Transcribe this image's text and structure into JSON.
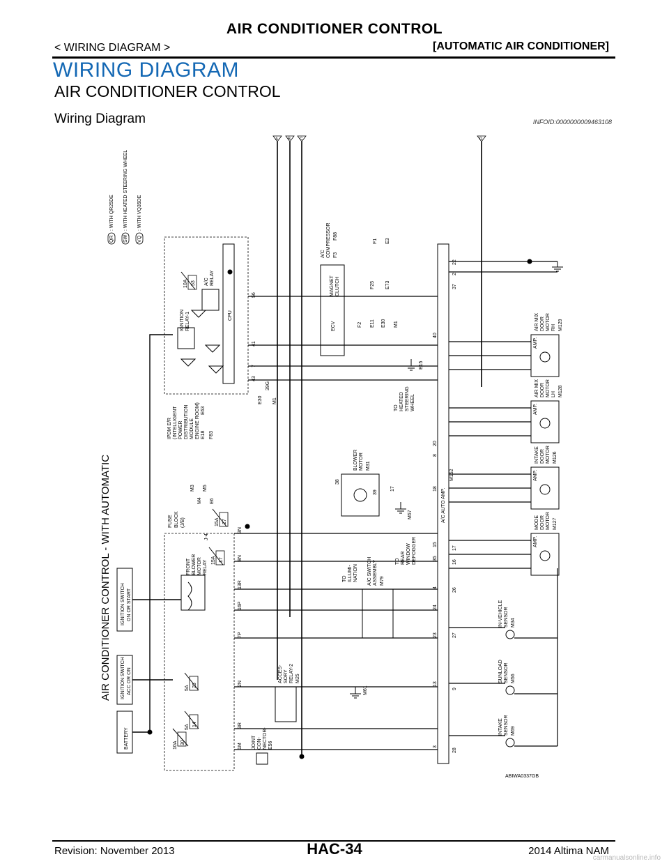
{
  "header": {
    "title": "AIR CONDITIONER CONTROL",
    "left": "< WIRING DIAGRAM >",
    "right": "[AUTOMATIC AIR CONDITIONER]"
  },
  "section": {
    "title": "WIRING DIAGRAM",
    "subtitle": "AIR CONDITIONER CONTROL",
    "subsubtitle": "Wiring Diagram",
    "info_id": "INFOID:0000000009463108"
  },
  "diagram": {
    "main_title": "AIR CONDITIONER CONTROL - WITH AUTOMATIC",
    "legend": [
      {
        "code": "QR",
        "text": ": WITH QR25DE"
      },
      {
        "code": "SW",
        "text": ": WITH HEATED STEERING WHEEL"
      },
      {
        "code": "VQ",
        "text": ": WITH VQ35DE"
      }
    ],
    "connectors_top": [
      "A",
      "B",
      "C",
      "D"
    ],
    "labels": {
      "battery": "BATTERY",
      "ign_acc_1": "IGNITION SWITCH",
      "ign_acc_2": "ACC OR ON",
      "ign_on_1": "IGNITION SWITCH",
      "ign_on_2": "ON OR START",
      "fuse_block": [
        "FUSE",
        "BLOCK",
        "(J/B)"
      ],
      "fuse_block_conn": [
        "M3",
        "M4",
        "M5",
        "E6"
      ],
      "ipdm": [
        "IPDM E/R",
        "(INTELLIGENT",
        "POWER",
        "DISTRIBUTION",
        "MODULE",
        "ENGINE ROOM)"
      ],
      "ipdm_conn": [
        "E18",
        "E63",
        "F83"
      ],
      "ignition_relay": [
        "IGNITION",
        "RELAY-1"
      ],
      "ac_relay": [
        "A/C",
        "RELAY"
      ],
      "cpu": "CPU",
      "front_blower_relay": [
        "FRONT",
        "BLOWER",
        "MOTOR",
        "RELAY"
      ],
      "blower_conn": "J-4",
      "joint_connector": [
        "JOINT",
        "CON-",
        "NECTOR-",
        "E56"
      ],
      "accessory_relay": [
        "ACCES-",
        "SORY",
        "RELAY-2"
      ],
      "accessory_conn": "M25",
      "compressor": [
        "A/C",
        "COMPRESSOR"
      ],
      "compressor_conn": [
        "F3",
        "F88"
      ],
      "magnet_clutch": [
        "MAGNET",
        "CLUTCH"
      ],
      "ecv": "ECV",
      "blower_motor": [
        "BLOWER",
        "MOTOR"
      ],
      "blower_motor_conn": "M31",
      "to_heated": [
        "TO",
        "HEATED",
        "STEERING",
        "WHEEL"
      ],
      "to_rear": [
        "TO",
        "REAR",
        "WINDOW",
        "DEFOGGER"
      ],
      "to_illumi": [
        "TO",
        "ILLUMI-",
        "NATION"
      ],
      "ac_switch": [
        "A/C SWITCH",
        "ASSEMBLY"
      ],
      "ac_switch_conn": "M79",
      "ac_auto_amp": "A/C AUTO AMP.",
      "ac_auto_amp_conn": "M152",
      "mode_door": [
        "MODE",
        "DOOR",
        "MOTOR"
      ],
      "mode_door_conn": "M127",
      "intake_door": [
        "INTAKE",
        "DOOR",
        "MOTOR"
      ],
      "intake_door_conn": "M126",
      "airmix_lh": [
        "AIR MIX",
        "DOOR",
        "MOTOR",
        "LH"
      ],
      "airmix_lh_conn": "M128",
      "airmix_rh": [
        "AIR MIX",
        "DOOR",
        "MOTOR",
        "RH"
      ],
      "airmix_rh_conn": "M129",
      "amp": "AMP.",
      "in_vehicle": [
        "IN-VEHICLE",
        "SENSOR"
      ],
      "in_vehicle_conn": "M34",
      "sunload": [
        "SUNLOAD",
        "SENSOR"
      ],
      "sunload_conn": "M56",
      "intake_sensor": [
        "INTAKE",
        "SENSOR"
      ],
      "intake_sensor_conn": "M69",
      "ground_conns": [
        "M61",
        "M57",
        "E15"
      ],
      "ref_code": "ABIWA0337GB"
    },
    "fuses": [
      {
        "amp": "10A",
        "num": "30"
      },
      {
        "amp": "5A",
        "num": "14"
      },
      {
        "amp": "5A",
        "num": "25"
      },
      {
        "amp": "15A",
        "num": "17"
      },
      {
        "amp": "15A",
        "num": "27"
      },
      {
        "amp": "10A",
        "num": "53"
      }
    ],
    "harness_codes": [
      "1M",
      "3R",
      "2N",
      "7P",
      "16P",
      "13R",
      "8N",
      "3N",
      "43",
      "7",
      "41",
      "56",
      "E30",
      "M1",
      "39G",
      "F2",
      "E11",
      "E30",
      "M1",
      "F25",
      "E73",
      "F1",
      "E3"
    ],
    "amp_pins_top": [
      "3",
      "13",
      "23",
      "24",
      "4",
      "35",
      "15",
      "18",
      "20",
      "8",
      "40",
      "37",
      "2",
      "22"
    ],
    "amp_pins_bottom": [
      "28",
      "9",
      "27",
      "26",
      "16",
      "17",
      "38",
      "39",
      "17"
    ]
  },
  "footer": {
    "revision": "Revision: November 2013",
    "page": "HAC-34",
    "model": "2014 Altima NAM"
  },
  "watermark": "carmanualsonline.info"
}
